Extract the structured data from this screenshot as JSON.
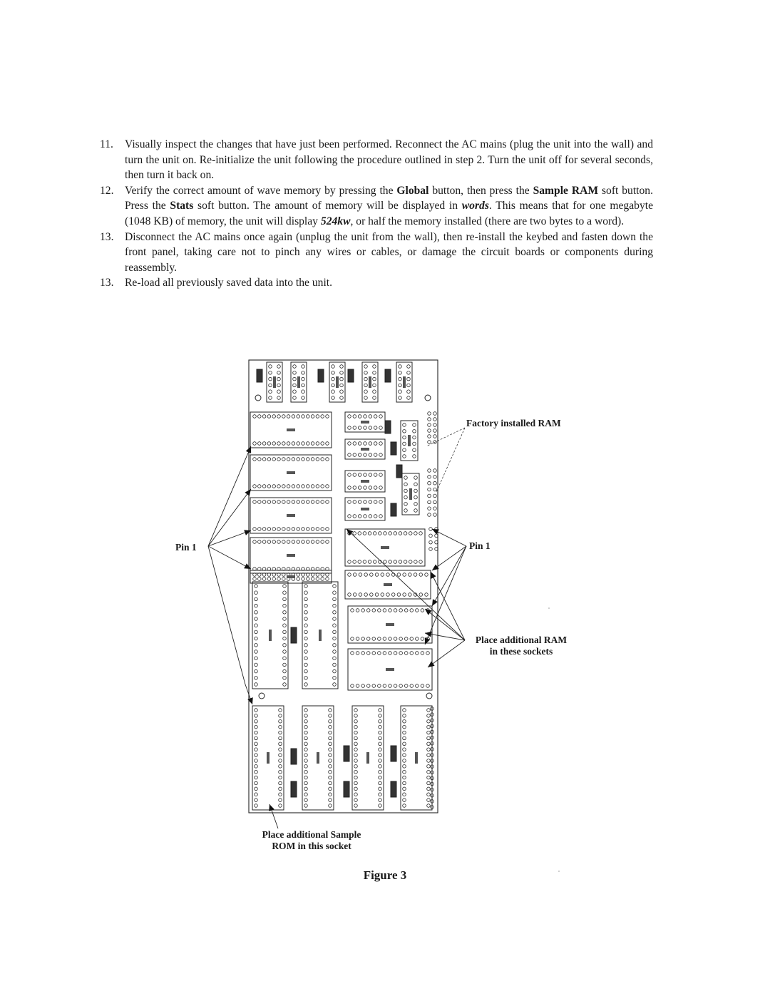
{
  "steps": [
    {
      "num": "11.",
      "parts": [
        {
          "t": "Visually inspect the changes that have just been performed. Reconnect the AC mains (plug the unit into the wall) and turn the unit on. Re-initialize the unit following the procedure outlined in step 2. Turn the unit off for several seconds, then turn it back on.",
          "s": ""
        }
      ]
    },
    {
      "num": "12.",
      "parts": [
        {
          "t": "Verify the correct amount of wave memory by pressing the ",
          "s": ""
        },
        {
          "t": "Global",
          "s": "b"
        },
        {
          "t": " button, then press the ",
          "s": ""
        },
        {
          "t": "Sample RAM",
          "s": "b"
        },
        {
          "t": " soft button. Press the ",
          "s": ""
        },
        {
          "t": "Stats",
          "s": "b"
        },
        {
          "t": " soft button. The amount of memory will be displayed in ",
          "s": ""
        },
        {
          "t": "words",
          "s": "bi"
        },
        {
          "t": ". This means that for one megabyte (1048 KB) of memory, the unit will display ",
          "s": ""
        },
        {
          "t": "524kw",
          "s": "bi"
        },
        {
          "t": ", or half the memory installed (there are two bytes to a word).",
          "s": ""
        }
      ]
    },
    {
      "num": "13.",
      "parts": [
        {
          "t": "Disconnect the AC mains once again (unplug the unit from the wall), then re-install the keybed and fasten down the front panel, taking care not to pinch any wires or cables, or damage the circuit boards or components during reassembly.",
          "s": ""
        }
      ]
    },
    {
      "num": "13.",
      "parts": [
        {
          "t": "Re-load all previously saved data into the unit.",
          "s": ""
        }
      ]
    }
  ],
  "figure": {
    "factory_ram_label": "Factory installed RAM",
    "pin1_left_label": "Pin 1",
    "pin1_right_label": "Pin 1",
    "additional_ram_label_line1": "Place additional RAM",
    "additional_ram_label_line2": "in these sockets",
    "sample_rom_label_line1": "Place additional Sample",
    "sample_rom_label_line2": "ROM in this socket",
    "caption": "Figure 3"
  }
}
